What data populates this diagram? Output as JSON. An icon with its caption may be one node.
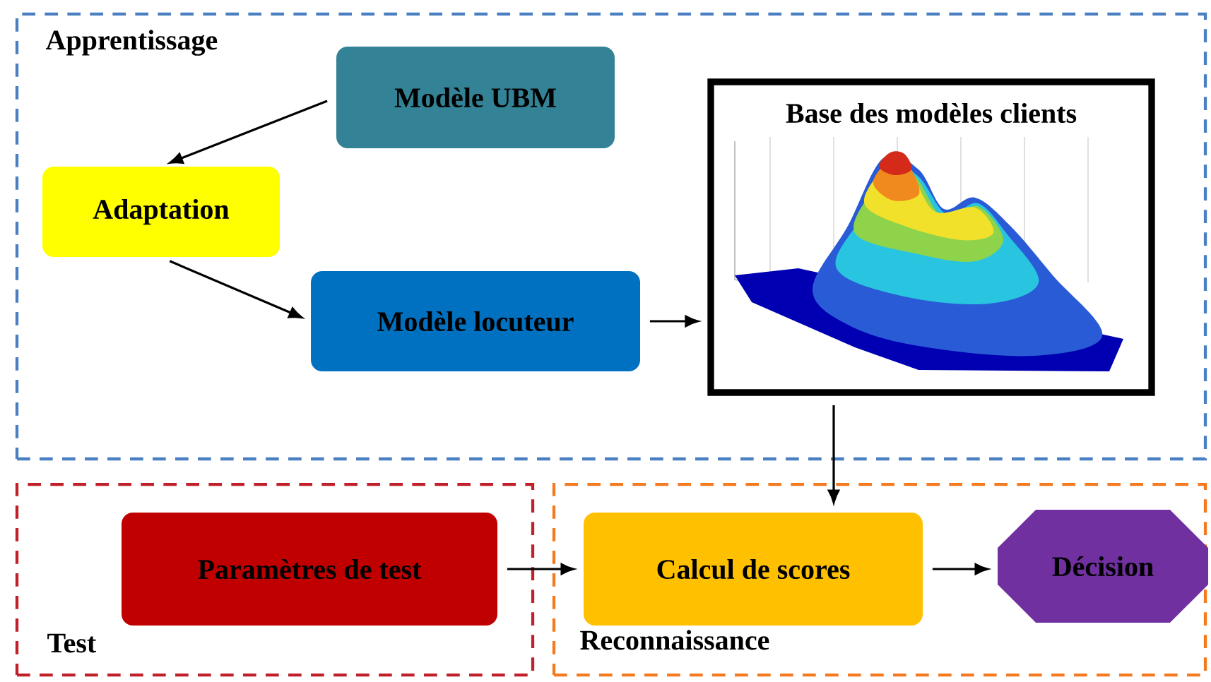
{
  "diagram": {
    "nodes": [
      {
        "text": [
          "Apprentissage"
        ]
      },
      {
        "text": [
          "Modèle UBM"
        ],
        "in": 0
      },
      {
        "text": [
          "Adaptation"
        ],
        "in": 0
      },
      {
        "text": [
          "Modèle locuteur"
        ],
        "in": 0
      },
      {
        "text": [
          "Base des modèles clients"
        ],
        "in": 0
      },
      {
        "text": [
          "Test"
        ]
      },
      {
        "text": [
          "Paramètres de test"
        ],
        "in": 5
      },
      {
        "text": [
          "Reconnaissance"
        ]
      },
      {
        "text": [
          "Calcul de scores"
        ],
        "in": 7
      },
      {
        "text": [
          "Décision"
        ],
        "in": 7
      }
    ],
    "edges": [
      {
        "from": 1,
        "to": 2,
        "arrow": "to"
      },
      {
        "from": 2,
        "to": 3,
        "arrow": "to"
      },
      {
        "from": 3,
        "to": 4,
        "arrow": "to"
      },
      {
        "from": 4,
        "to": 8,
        "arrow": "to"
      },
      {
        "from": 6,
        "to": 8,
        "arrow": "to"
      },
      {
        "from": 8,
        "to": 9,
        "arrow": "to"
      }
    ]
  }
}
